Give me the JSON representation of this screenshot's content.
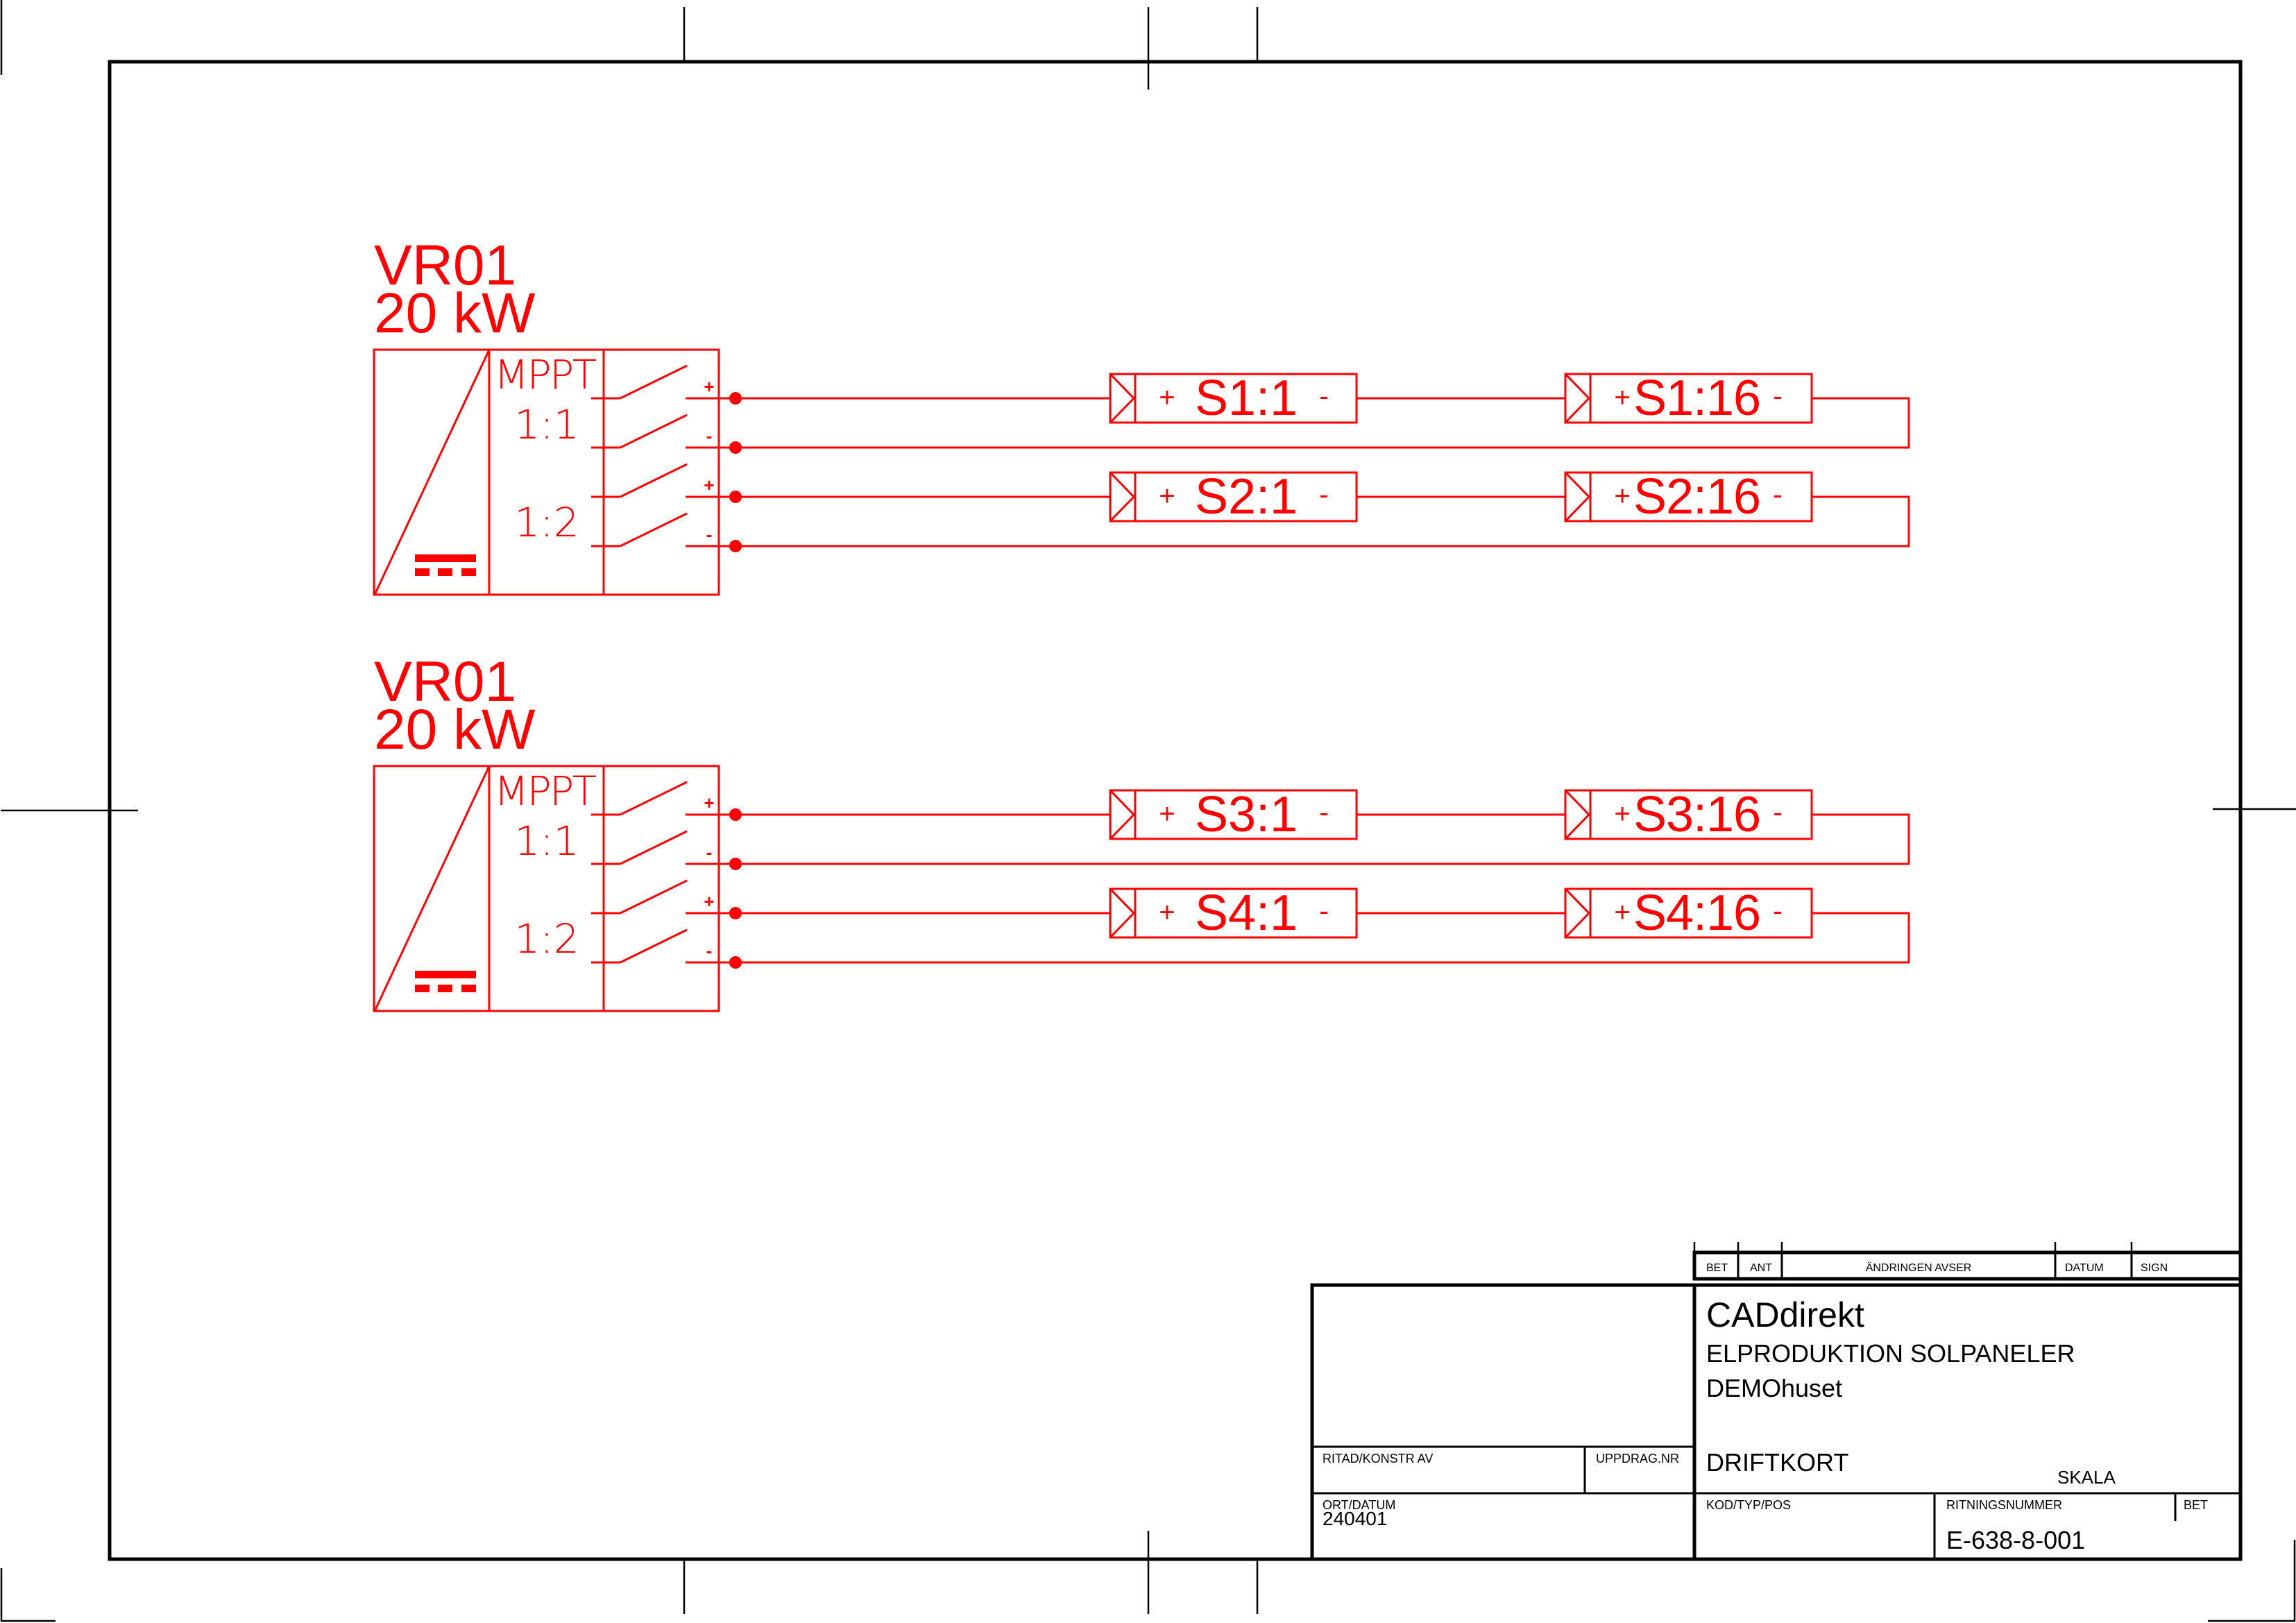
{
  "colors": {
    "schematic": "#ff0000",
    "frame": "#000000",
    "background": "#ffffff"
  },
  "inverters": [
    {
      "name": "VR01",
      "power": "20 kW",
      "mppt_label": "MPPT",
      "inputs": [
        "1:1",
        "1:2"
      ],
      "terminals": [
        "+",
        "-",
        "+",
        "-"
      ],
      "strings": [
        {
          "first": {
            "plus": "+",
            "label": "S1:1",
            "minus": "-"
          },
          "last": {
            "plus": "+",
            "label": "S1:16",
            "minus": "-"
          }
        },
        {
          "first": {
            "plus": "+",
            "label": "S2:1",
            "minus": "-"
          },
          "last": {
            "plus": "+",
            "label": "S2:16",
            "minus": "-"
          }
        }
      ]
    },
    {
      "name": "VR01",
      "power": "20 kW",
      "mppt_label": "MPPT",
      "inputs": [
        "1:1",
        "1:2"
      ],
      "terminals": [
        "+",
        "-",
        "+",
        "-"
      ],
      "strings": [
        {
          "first": {
            "plus": "+",
            "label": "S3:1",
            "minus": "-"
          },
          "last": {
            "plus": "+",
            "label": "S3:16",
            "minus": "-"
          }
        },
        {
          "first": {
            "plus": "+",
            "label": "S4:1",
            "minus": "-"
          },
          "last": {
            "plus": "+",
            "label": "S4:16",
            "minus": "-"
          }
        }
      ]
    }
  ],
  "revision_table": {
    "headers": [
      "BET",
      "ANT",
      "ÄNDRINGEN AVSER",
      "DATUM",
      "SIGN"
    ]
  },
  "title_block": {
    "company": "CADdirekt",
    "project_title": "ELPRODUKTION SOLPANELER",
    "project_name": "DEMOhuset",
    "drawing_title": "DRIFTKORT",
    "skala_label": "SKALA",
    "ritad_label": "RITAD/KONSTR AV",
    "uppdrag_label": "UPPDRAG.NR",
    "ort_datum_label": "ORT/DATUM",
    "ort_datum_value": "240401",
    "kod_label": "KOD/TYP/POS",
    "ritningsnummer_label": "RITNINGSNUMMER",
    "ritningsnummer_value": "E-638-8-001",
    "bet_label": "BET"
  }
}
